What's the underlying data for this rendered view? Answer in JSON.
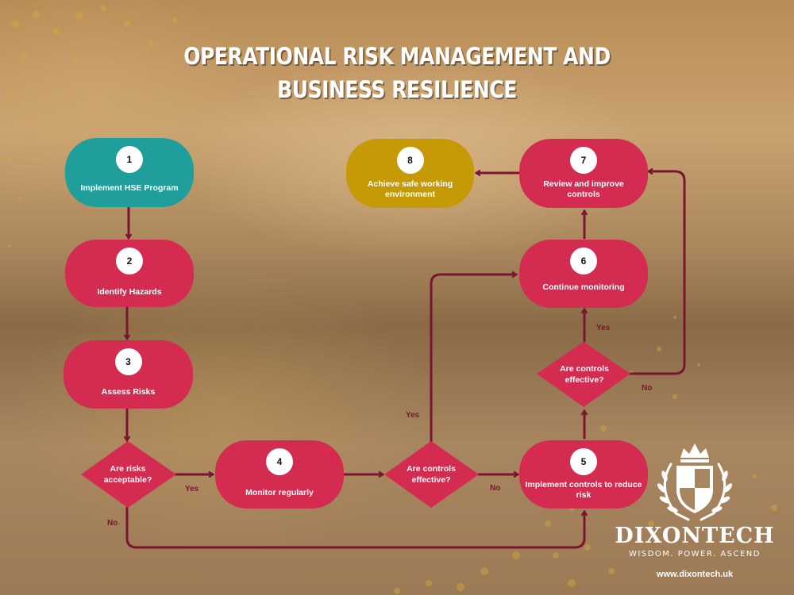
{
  "title": {
    "line1": "OPERATIONAL RISK MANAGEMENT AND",
    "line2": "BUSINESS RESILIENCE"
  },
  "colors": {
    "start": "#1f9e9b",
    "process": "#d42b51",
    "end": "#c69906",
    "connector": "#7a1530"
  },
  "nodes": [
    {
      "id": 1,
      "number": "1",
      "label": "Implement HSE Program",
      "type": "start"
    },
    {
      "id": 2,
      "number": "2",
      "label": "Identify Hazards",
      "type": "process"
    },
    {
      "id": 3,
      "number": "3",
      "label": "Assess Risks",
      "type": "process"
    },
    {
      "id": 4,
      "number": "4",
      "label": "Monitor regularly",
      "type": "process"
    },
    {
      "id": 5,
      "number": "5",
      "label": "Implement controls to reduce risk",
      "type": "process"
    },
    {
      "id": 6,
      "number": "6",
      "label": "Continue monitoring",
      "type": "process"
    },
    {
      "id": 7,
      "number": "7",
      "label": "Review and improve controls",
      "type": "process"
    },
    {
      "id": 8,
      "number": "8",
      "label": "Achieve safe working environment",
      "type": "end"
    }
  ],
  "decisions": [
    {
      "id": "d1",
      "label": "Are risks acceptable?"
    },
    {
      "id": "d2",
      "label": "Are controls effective?"
    },
    {
      "id": "d3",
      "label": "Are controls effective?"
    }
  ],
  "edges": [
    {
      "from": "1",
      "to": "2",
      "label": ""
    },
    {
      "from": "2",
      "to": "3",
      "label": ""
    },
    {
      "from": "3",
      "to": "d1",
      "label": ""
    },
    {
      "from": "d1",
      "to": "4",
      "label": "Yes"
    },
    {
      "from": "d1",
      "to": "5",
      "label": "No"
    },
    {
      "from": "4",
      "to": "d2",
      "label": ""
    },
    {
      "from": "d2",
      "to": "6",
      "label": "Yes"
    },
    {
      "from": "d2",
      "to": "5",
      "label": "No"
    },
    {
      "from": "5",
      "to": "d3",
      "label": ""
    },
    {
      "from": "d3",
      "to": "6",
      "label": "Yes"
    },
    {
      "from": "d3",
      "to": "7",
      "label": "No"
    },
    {
      "from": "6",
      "to": "7",
      "label": ""
    },
    {
      "from": "7",
      "to": "8",
      "label": ""
    }
  ],
  "edge_labels": {
    "d1_yes": "Yes",
    "d1_no": "No",
    "d2_yes": "Yes",
    "d2_no": "No",
    "d3_yes": "Yes",
    "d3_no": "No"
  },
  "brand": {
    "name": "DIXONTECH",
    "tagline": "WISDOM.  POWER. ASCEND",
    "url": "www.dixontech.uk"
  }
}
